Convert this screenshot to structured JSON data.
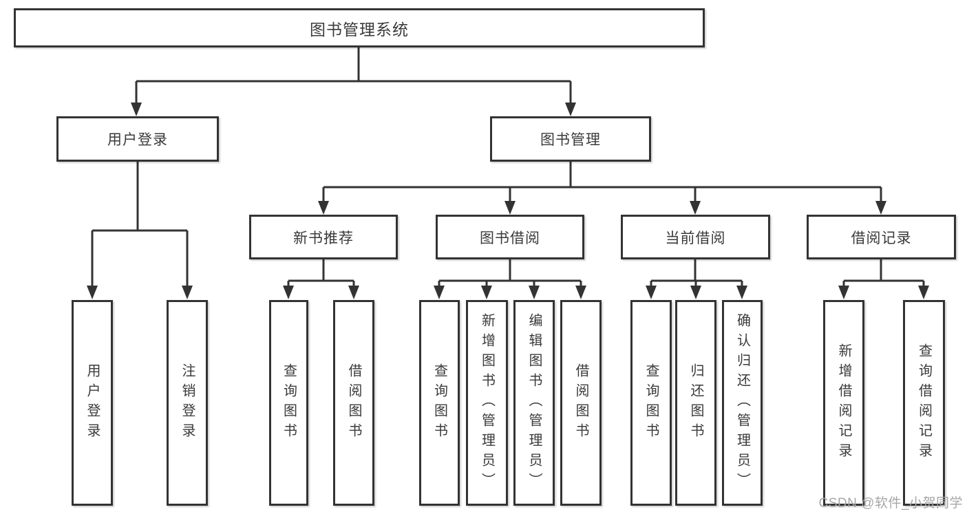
{
  "tree": {
    "root": {
      "label": "图书管理系统"
    },
    "branches": [
      {
        "label": "用户登录",
        "children": [
          {
            "label": "用户登录"
          },
          {
            "label": "注销登录"
          }
        ]
      },
      {
        "label": "图书管理",
        "children": [
          {
            "label": "新书推荐",
            "children": [
              {
                "label": "查询图书"
              },
              {
                "label": "借阅图书"
              }
            ]
          },
          {
            "label": "图书借阅",
            "children": [
              {
                "label": "查询图书"
              },
              {
                "label": "新增图书（管理员）"
              },
              {
                "label": "编辑图书（管理员）"
              },
              {
                "label": "借阅图书"
              }
            ]
          },
          {
            "label": "当前借阅",
            "children": [
              {
                "label": "查询图书"
              },
              {
                "label": "归还图书"
              },
              {
                "label": "确认归还（管理员）"
              }
            ]
          },
          {
            "label": "借阅记录",
            "children": [
              {
                "label": "新增借阅记录"
              },
              {
                "label": "查询借阅记录"
              }
            ]
          }
        ]
      }
    ]
  },
  "watermark": {
    "text": "CSDN @软件_小贺同学"
  },
  "colors": {
    "line": "#333333",
    "box_border": "#333333",
    "text": "#3a3a3a",
    "background": "#ffffff",
    "watermark": "#a6a6a6"
  }
}
